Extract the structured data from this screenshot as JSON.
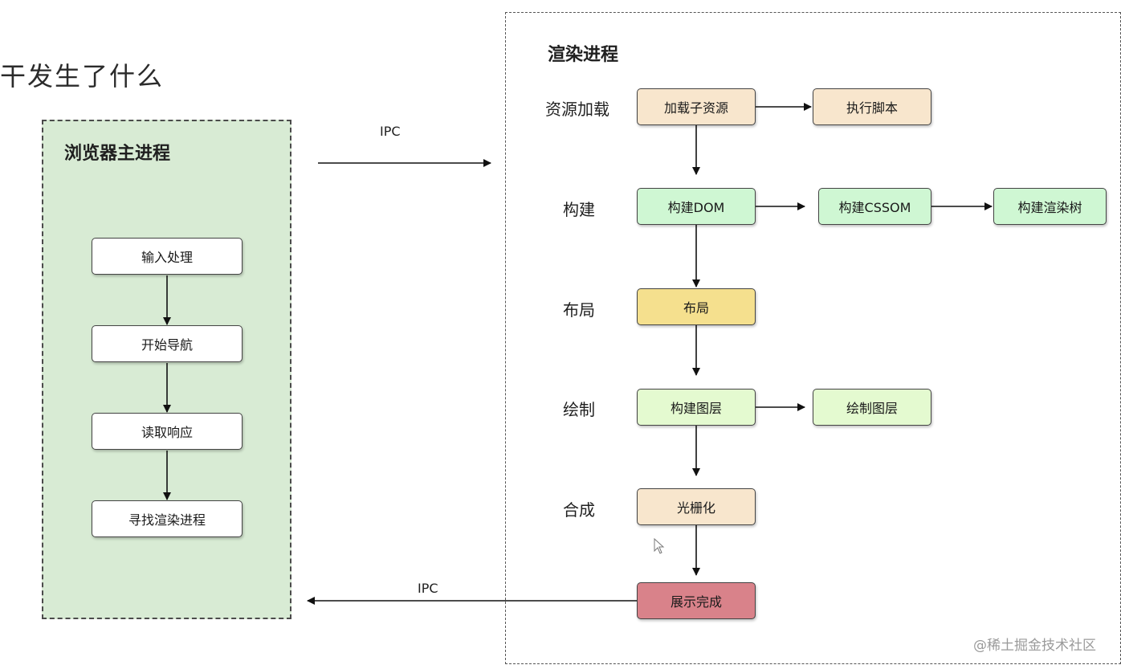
{
  "page_title": "干发生了什么",
  "main_process": {
    "title": "浏览器主进程",
    "steps": [
      "输入处理",
      "开始导航",
      "读取响应",
      "寻找渲染进程"
    ]
  },
  "render_process": {
    "title": "渲染进程",
    "stages": {
      "resource": "资源加载",
      "build": "构建",
      "layout": "布局",
      "paint": "绘制",
      "composite": "合成"
    },
    "nodes": {
      "load_subresources": "加载子资源",
      "run_scripts": "执行脚本",
      "build_dom": "构建DOM",
      "build_cssom": "构建CSSOM",
      "build_render_tree": "构建渲染树",
      "layout": "布局",
      "build_layers": "构建图层",
      "paint_layers": "绘制图层",
      "rasterize": "光栅化",
      "display_done": "展示完成"
    }
  },
  "ipc_top": "IPC",
  "ipc_bottom": "IPC",
  "watermark": "@稀土掘金技术社区",
  "colors": {
    "main_process_fill": "#d8ebd4",
    "node_white": "#ffffff",
    "node_peach": "#f8e6cd",
    "node_mint": "#cff7d3",
    "node_yellow": "#f5e08e",
    "node_lightgreen": "#e4fad0",
    "node_red": "#d9828a"
  }
}
